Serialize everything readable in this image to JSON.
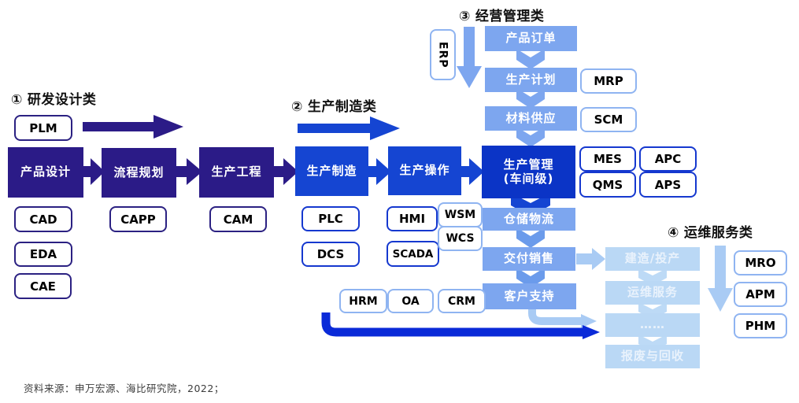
{
  "colors": {
    "purple": "#2B1B87",
    "purpleBorder": "#2B2182",
    "blue": "#1545D2",
    "blueDeep": "#0B34C6",
    "blueBorder": "#1538CF",
    "mediumBlue": "#7DA6EF",
    "mediumArrow": "#6B9BEB",
    "paleBlue": "#BAD8F5",
    "paleChevron": "#BDDAF6",
    "paleArrow": "#A9CBF4",
    "paleText": "#E9F2FC",
    "lightBorder": "#8FB4F1",
    "darkArrow": "#0A2AD8"
  },
  "sections": {
    "rd": {
      "header_num": "①",
      "header": "研发设计类",
      "side_tag": "PLM",
      "flow": [
        "产品设计",
        "流程规划",
        "生产工程"
      ],
      "tools_row": [
        "CAD",
        "CAPP",
        "CAM"
      ],
      "tools_col": [
        "EDA",
        "CAE"
      ]
    },
    "mfg": {
      "header_num": "②",
      "header": "生产制造类",
      "flow": [
        "生产制造",
        "生产操作"
      ],
      "mgmt_line1": "生产管理",
      "mgmt_line2": "(车间级)",
      "field_tools": [
        "PLC",
        "DCS",
        "HMI",
        "SCADA"
      ],
      "wms_tags": [
        "WSM",
        "WCS"
      ],
      "mgmt_tools": [
        "MES",
        "APC",
        "QMS",
        "APS"
      ]
    },
    "biz": {
      "header_num": "③",
      "header": "经营管理类",
      "side_tag": "ERP",
      "flow": [
        "产品订单",
        "生产计划",
        "材料供应"
      ],
      "tags": [
        "MRP",
        "SCM"
      ],
      "chain": [
        "仓储物流",
        "交付销售",
        "客户支持"
      ],
      "office_tools": [
        "HRM",
        "OA",
        "CRM"
      ]
    },
    "ops": {
      "header_num": "④",
      "header": "运维服务类",
      "flow": [
        "建造/投产",
        "运维服务",
        "……",
        "报废与回收"
      ],
      "tools": [
        "MRO",
        "APM",
        "PHM"
      ]
    }
  },
  "source_note": "资料来源：申万宏源、海比研究院，2022；"
}
